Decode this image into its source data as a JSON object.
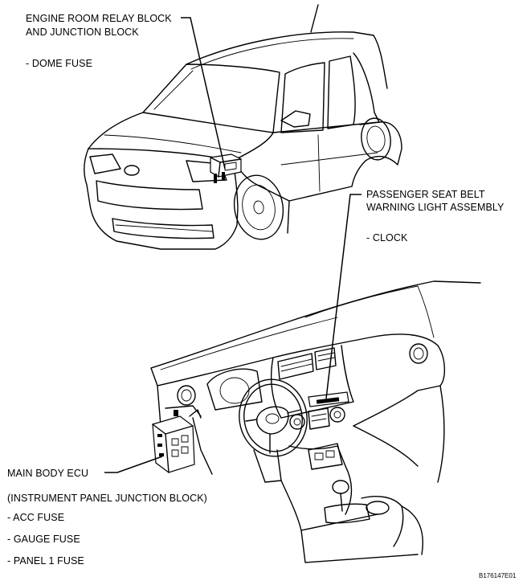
{
  "labels": {
    "engine_room_line1": "ENGINE ROOM RELAY BLOCK",
    "engine_room_line2": "AND JUNCTION BLOCK",
    "dome_fuse": "- DOME FUSE",
    "passenger_line1": "PASSENGER SEAT BELT",
    "passenger_line2": "WARNING LIGHT ASSEMBLY",
    "clock": "- CLOCK",
    "main_body_ecu": "MAIN BODY ECU",
    "instrument_panel": "(INSTRUMENT PANEL JUNCTION BLOCK)",
    "acc_fuse": "- ACC FUSE",
    "gauge_fuse": "- GAUGE FUSE",
    "panel1_fuse": "- PANEL 1 FUSE"
  },
  "figure_code": "B176147E01"
}
